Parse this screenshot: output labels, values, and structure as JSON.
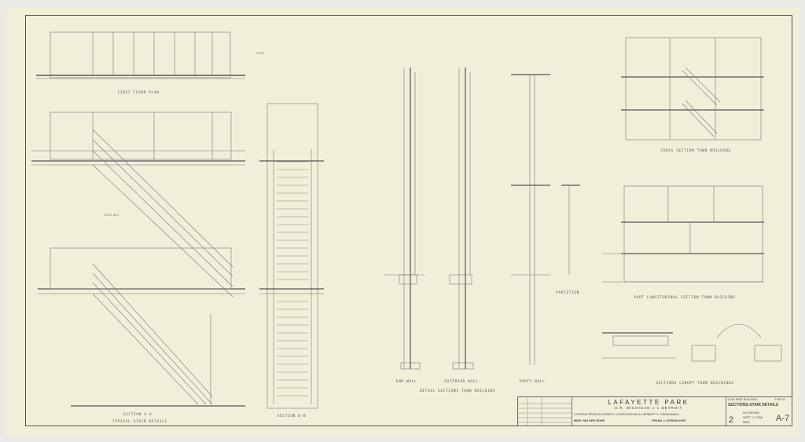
{
  "drawings": {
    "first_floor_plan": "FIRST FLOOR PLAN",
    "section_aa": "SECTION A-A",
    "typical_stair_details": "TYPICAL STAIR DETAILS",
    "section_bb": "SECTION B-B",
    "end_wall": "END WALL",
    "exterior_wall": "EXTERIOR WALL",
    "party_wall": "PARTY WALL",
    "partition": "PARTITION",
    "detail_sections": "DETAIL SECTIONS TOWN BUILDING",
    "cross_section": "CROSS SECTION TOWN BUILDING",
    "long_section": "PART LONGITUDINAL SECTION TOWN BUILDING",
    "sections_canopy": "SECTIONS CANOPY TOWN BUILDINGS",
    "stair_label": "STAIR",
    "stair_well": "STAIR WELL"
  },
  "title_block": {
    "project": "LAFAYETTE PARK",
    "location": "U.R. MICHIGAN 1-1 DETROIT",
    "client": "CITIZENS REDEVELOPMENT CORPORATION & HERBERT S. GREENWALD",
    "architect": "MIES VAN DER ROHE",
    "engineer": "FRANK J. KORNACKER",
    "building_type": "LOW RISE BUILDING",
    "type_no": "TYPE B",
    "sheet_title": "SECTIONS-STAIR DETAILS",
    "scale": "AS SHOWN",
    "date": "SEPT 17 1958",
    "job_no": "5808",
    "revision": "2",
    "sheet_no": "A-7"
  }
}
